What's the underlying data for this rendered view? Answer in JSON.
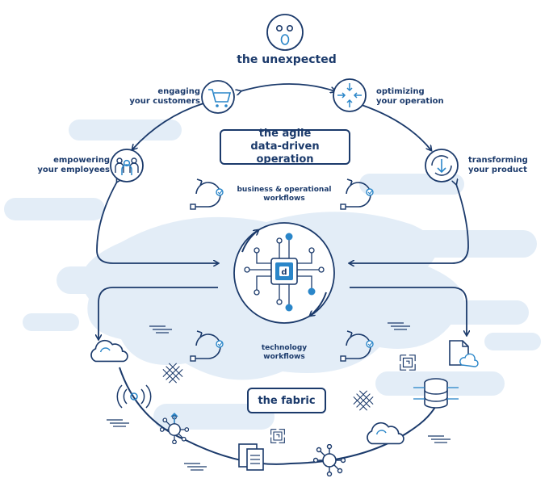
{
  "colors": {
    "navy": "#1b3a6b",
    "blue": "#2a86c9",
    "cloud": "#e3edf7"
  },
  "top": {
    "label": "the unexpected",
    "icon": "surprised-face-icon"
  },
  "nodes": {
    "engaging": {
      "label": "engaging\nyour customers",
      "icon": "shopping-cart-icon"
    },
    "optimizing": {
      "label": "optimizing\nyour operation",
      "icon": "converging-arrows-icon"
    },
    "empowering": {
      "label": "empowering\nyour employees",
      "icon": "people-group-icon"
    },
    "transforming": {
      "label": "transforming\nyour product",
      "icon": "refresh-download-icon"
    }
  },
  "center_box": {
    "label": "the agile\ndata-driven operation"
  },
  "workflows": {
    "business": "business & operational\nworkflows",
    "technology": "technology\nworkflows",
    "icon": "workflow-cycle-icon"
  },
  "core": {
    "icon": "data-chip-icon"
  },
  "fabric": {
    "label": "the fabric",
    "icons": [
      "cloud-icon",
      "wireless-signal-icon",
      "network-hub-icon",
      "documents-icon",
      "network-hub-icon",
      "cloud-icon",
      "database-icon",
      "document-cloud-icon"
    ]
  }
}
